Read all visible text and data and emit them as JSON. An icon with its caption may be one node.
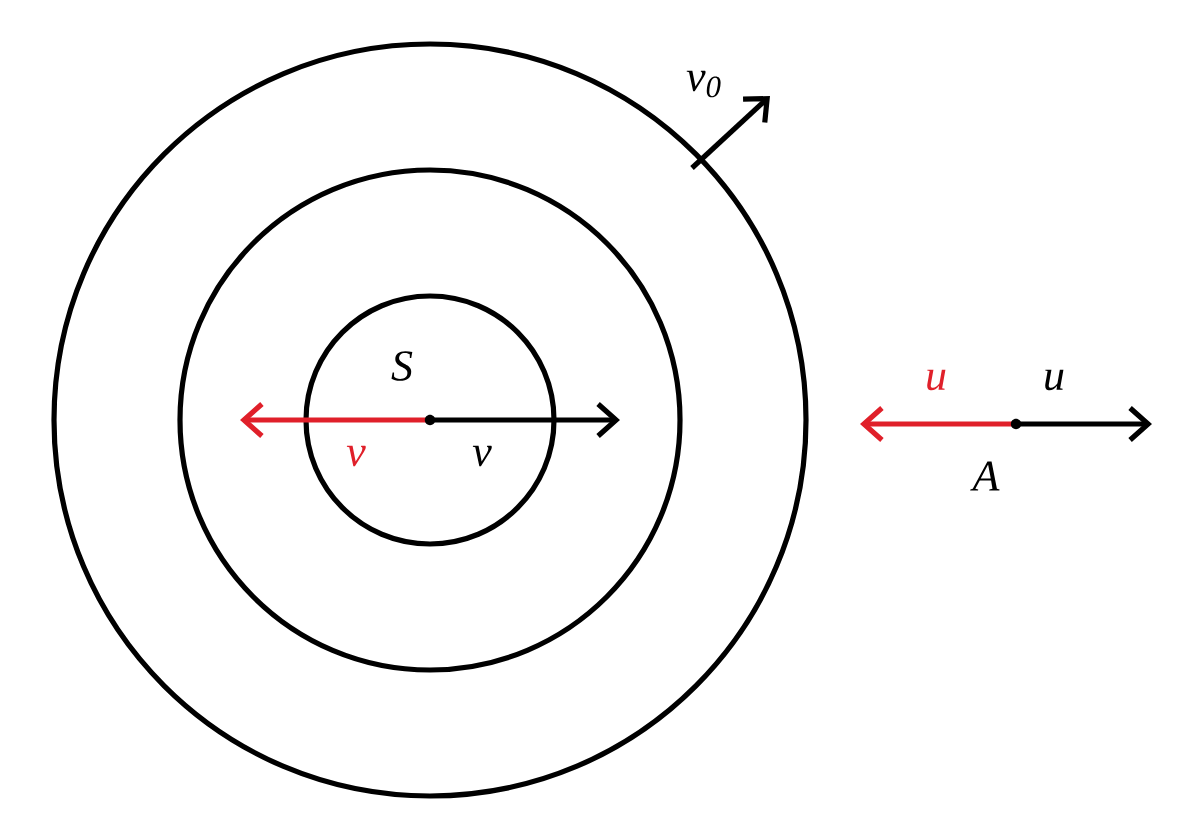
{
  "diagram": {
    "labels": [
      "v$_{0}$",
      "S",
      "v",
      "v",
      "u",
      "u",
      "A"
    ]
  }
}
